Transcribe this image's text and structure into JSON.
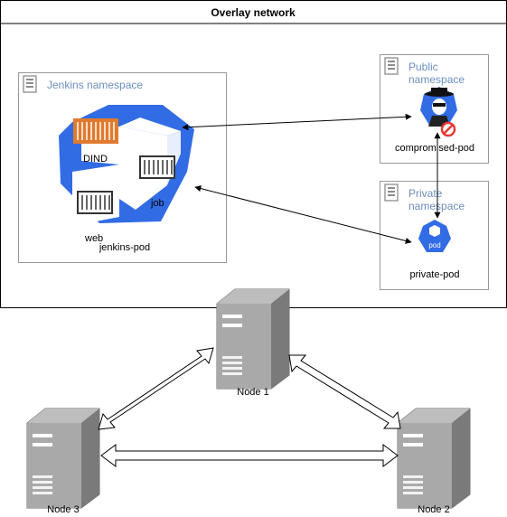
{
  "overlay": {
    "title": "Overlay network"
  },
  "jenkins_namespace": {
    "label": "Jenkins namespace",
    "pod_label": "jenkins-pod",
    "containers": {
      "dind": "DIND",
      "job": "job",
      "web": "web"
    }
  },
  "public_namespace": {
    "label_line1": "Public",
    "label_line2": "namespace",
    "pod_label": "compromised-pod"
  },
  "private_namespace": {
    "label_line1": "Private",
    "label_line2": "namespace",
    "pod_label": "private-pod",
    "pod_badge": "pod"
  },
  "nodes": {
    "node1": "Node 1",
    "node2": "Node 2",
    "node3": "Node 3"
  },
  "colors": {
    "k8s_blue": "#326CE5",
    "container_orange": "#E07A2E",
    "namespace_border": "#999999",
    "namespace_text": "#6C8EBF",
    "server_gray": "#8C8C8C",
    "block_red": "#E53935"
  },
  "icons": {
    "namespace": "server-rack-icon",
    "jenkins_pod": "kubernetes-pod-icon",
    "compromised": "spy-hacker-icon",
    "blocked": "no-entry-icon",
    "server": "server-tower-icon"
  }
}
